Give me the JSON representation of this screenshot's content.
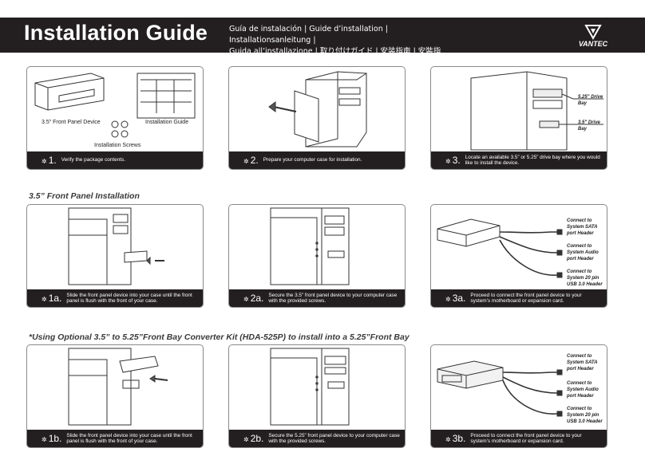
{
  "header": {
    "title": "Installation Guide",
    "languages_line1": "Guía de instalación | Guide d’installation | Installationsanleitung |",
    "languages_line2": "Guida all’installazione | 取り付けガイド | 安装指南 | 安裝指南",
    "brand": "VANTEC"
  },
  "labels": {
    "front_panel_device": "3.5\" Front Panel Device",
    "installation_guide": "Installation Guide",
    "installation_screws": "Installation Screws",
    "drive_bay_525": "5.25\" Drive Bay",
    "drive_bay_35": "3.5\" Drive Bay",
    "connect_sata": "Connect to System SATA port Header",
    "connect_audio": "Connect to System Audio port Header",
    "connect_usb": "Connect to System 20 pin USB 3.0 Header"
  },
  "sections": {
    "front_panel": "3.5” Front Panel Installation",
    "converter": "*Using Optional 3.5” to 5.25”Front Bay Converter Kit (HDA-525P) to install into a 5.25”Front Bay"
  },
  "steps": [
    {
      "num": "1.",
      "text": "Verify the package contents."
    },
    {
      "num": "2.",
      "text": "Prepare your computer case for installation."
    },
    {
      "num": "3.",
      "text": "Locate an available 3.5” or 5.25” drive bay where you would like to install the device."
    },
    {
      "num": "1a.",
      "text": "Slide the front panel device into your case until the front panel is flush with the front of your case."
    },
    {
      "num": "2a.",
      "text": "Secure the 3.5” front panel device to your computer case with the provided screws."
    },
    {
      "num": "3a.",
      "text": "Proceed to connect the front panel device to your system’s motherboard or expansion card."
    },
    {
      "num": "1b.",
      "text": "Slide the front panel device into your case until the front panel is flush with the front of your case."
    },
    {
      "num": "2b.",
      "text": "Secure the 5.25” front panel device to your computer case with the provided screws."
    },
    {
      "num": "3b.",
      "text": "Proceed to connect the front panel device to your system’s motherboard or expansion card."
    }
  ],
  "colors": {
    "header_bg": "#231f20",
    "step_bar_bg": "#231f20",
    "line": "#333333"
  },
  "icons": {
    "step_bullet": "gear-icon",
    "brand_logo": "vantec-logo-icon"
  }
}
